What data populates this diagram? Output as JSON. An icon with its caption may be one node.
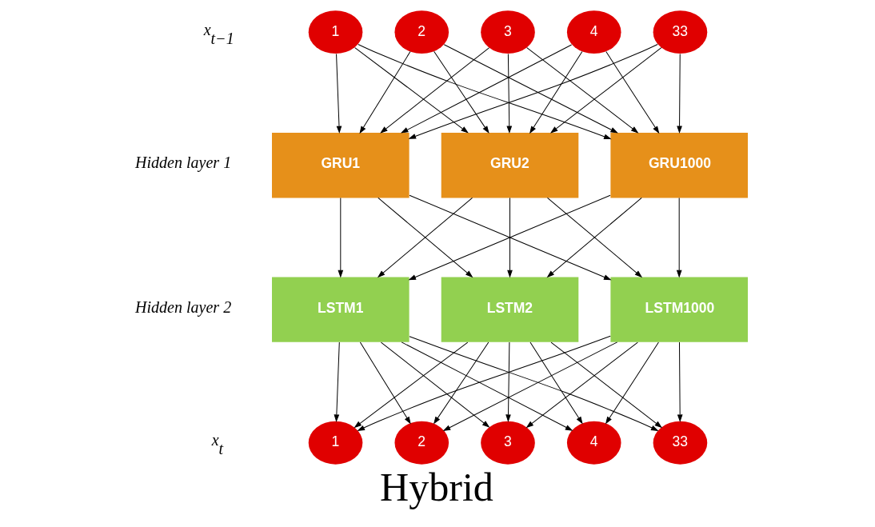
{
  "diagram": {
    "caption": "Hybrid",
    "nodes": [
      {
        "text": [
          "1"
        ]
      },
      {
        "text": [
          "2"
        ]
      },
      {
        "text": [
          "3"
        ]
      },
      {
        "text": [
          "4"
        ]
      },
      {
        "text": [
          "33"
        ]
      },
      {
        "text": [
          "GRU1"
        ]
      },
      {
        "text": [
          "GRU2"
        ]
      },
      {
        "text": [
          "GRU1000"
        ]
      },
      {
        "text": [
          "LSTM1"
        ]
      },
      {
        "text": [
          "LSTM2"
        ]
      },
      {
        "text": [
          "LSTM1000"
        ]
      },
      {
        "text": [
          "1"
        ]
      },
      {
        "text": [
          "2"
        ]
      },
      {
        "text": [
          "3"
        ]
      },
      {
        "text": [
          "4"
        ]
      },
      {
        "text": [
          "33"
        ]
      }
    ],
    "edges": [
      {
        "from": 0,
        "to": 5,
        "arrow": "to"
      },
      {
        "from": 0,
        "to": 6,
        "arrow": "to"
      },
      {
        "from": 0,
        "to": 7,
        "arrow": "to"
      },
      {
        "from": 1,
        "to": 5,
        "arrow": "to"
      },
      {
        "from": 1,
        "to": 6,
        "arrow": "to"
      },
      {
        "from": 1,
        "to": 7,
        "arrow": "to"
      },
      {
        "from": 2,
        "to": 5,
        "arrow": "to"
      },
      {
        "from": 2,
        "to": 6,
        "arrow": "to"
      },
      {
        "from": 2,
        "to": 7,
        "arrow": "to"
      },
      {
        "from": 3,
        "to": 5,
        "arrow": "to"
      },
      {
        "from": 3,
        "to": 6,
        "arrow": "to"
      },
      {
        "from": 3,
        "to": 7,
        "arrow": "to"
      },
      {
        "from": 4,
        "to": 5,
        "arrow": "to"
      },
      {
        "from": 4,
        "to": 6,
        "arrow": "to"
      },
      {
        "from": 4,
        "to": 7,
        "arrow": "to"
      },
      {
        "from": 5,
        "to": 8,
        "arrow": "to"
      },
      {
        "from": 5,
        "to": 9,
        "arrow": "to"
      },
      {
        "from": 5,
        "to": 10,
        "arrow": "to"
      },
      {
        "from": 6,
        "to": 8,
        "arrow": "to"
      },
      {
        "from": 6,
        "to": 9,
        "arrow": "to"
      },
      {
        "from": 6,
        "to": 10,
        "arrow": "to"
      },
      {
        "from": 7,
        "to": 8,
        "arrow": "to"
      },
      {
        "from": 7,
        "to": 9,
        "arrow": "to"
      },
      {
        "from": 7,
        "to": 10,
        "arrow": "to"
      },
      {
        "from": 8,
        "to": 11,
        "arrow": "to"
      },
      {
        "from": 8,
        "to": 12,
        "arrow": "to"
      },
      {
        "from": 8,
        "to": 13,
        "arrow": "to"
      },
      {
        "from": 8,
        "to": 14,
        "arrow": "to"
      },
      {
        "from": 8,
        "to": 15,
        "arrow": "to"
      },
      {
        "from": 9,
        "to": 11,
        "arrow": "to"
      },
      {
        "from": 9,
        "to": 12,
        "arrow": "to"
      },
      {
        "from": 9,
        "to": 13,
        "arrow": "to"
      },
      {
        "from": 9,
        "to": 14,
        "arrow": "to"
      },
      {
        "from": 9,
        "to": 15,
        "arrow": "to"
      },
      {
        "from": 10,
        "to": 11,
        "arrow": "to"
      },
      {
        "from": 10,
        "to": 12,
        "arrow": "to"
      },
      {
        "from": 10,
        "to": 13,
        "arrow": "to"
      },
      {
        "from": 10,
        "to": 14,
        "arrow": "to"
      },
      {
        "from": 10,
        "to": 15,
        "arrow": "to"
      }
    ],
    "labels": [
      "x$_{t−1}$",
      "Hidden layer 1",
      "Hidden layer 2",
      "x$_{t}$"
    ]
  }
}
